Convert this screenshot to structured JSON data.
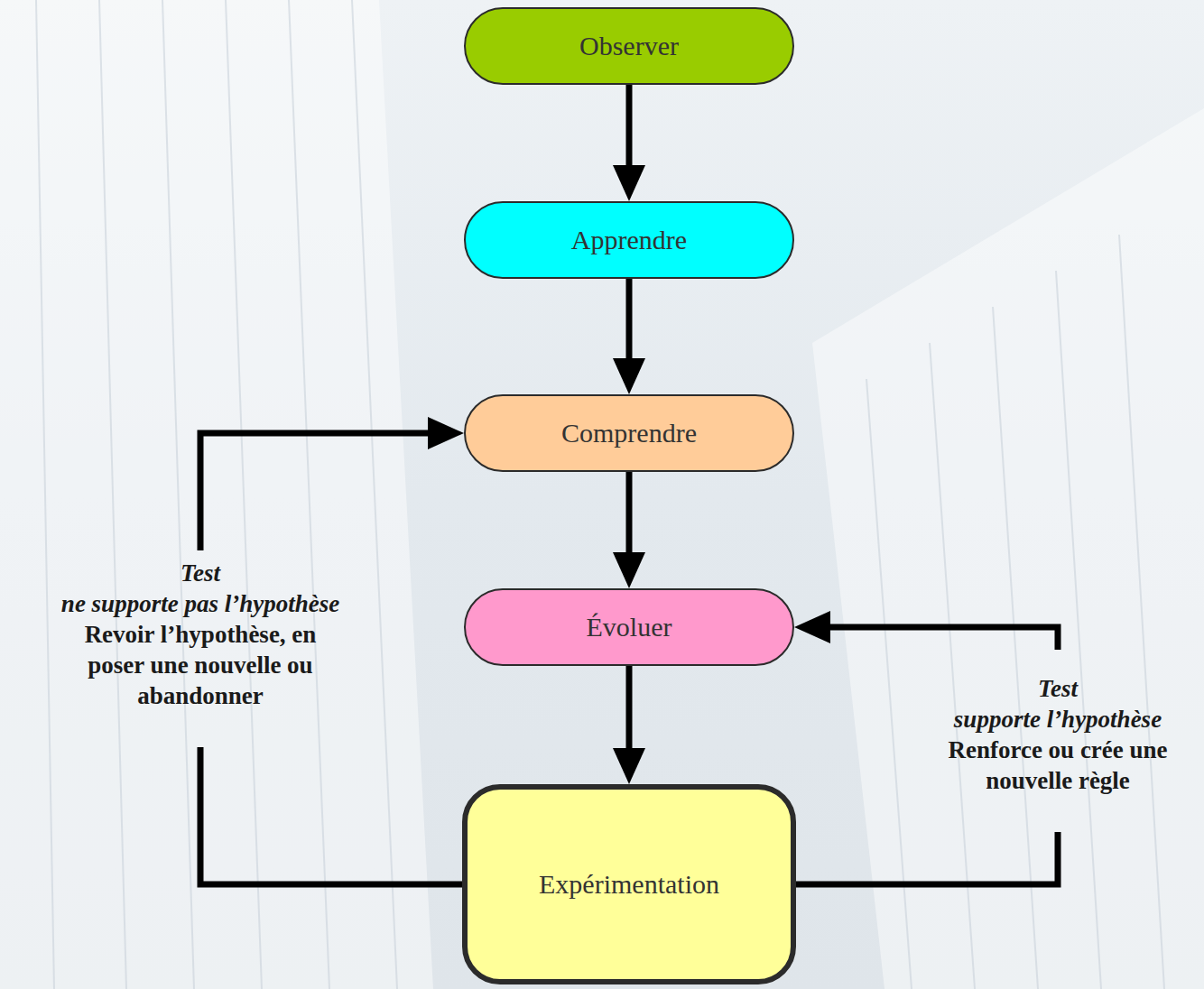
{
  "diagram": {
    "nodes": [
      {
        "text": [
          "Observer"
        ]
      },
      {
        "text": [
          "Apprendre"
        ]
      },
      {
        "text": [
          "Comprendre"
        ]
      },
      {
        "text": [
          "Évoluer"
        ]
      },
      {
        "text": [
          "Expérimentation"
        ]
      }
    ],
    "edges": [
      {
        "from": 0,
        "to": 1,
        "arrow": "to"
      },
      {
        "from": 1,
        "to": 2,
        "arrow": "to"
      },
      {
        "from": 2,
        "to": 3,
        "arrow": "to"
      },
      {
        "from": 3,
        "to": 4,
        "arrow": "to"
      },
      {
        "from": 4,
        "to": 2,
        "arrow": "to",
        "label": "Test"
      },
      {
        "from": 4,
        "to": 3,
        "arrow": "to",
        "label": "Test"
      }
    ],
    "labels": [
      "ne supporte pas l’hypothèse",
      "Revoir l’hypothèse, en poser une nouvelle ou abandonner",
      "supporte l’hypothèse",
      "Renforce ou crée une nouvelle règle"
    ]
  }
}
